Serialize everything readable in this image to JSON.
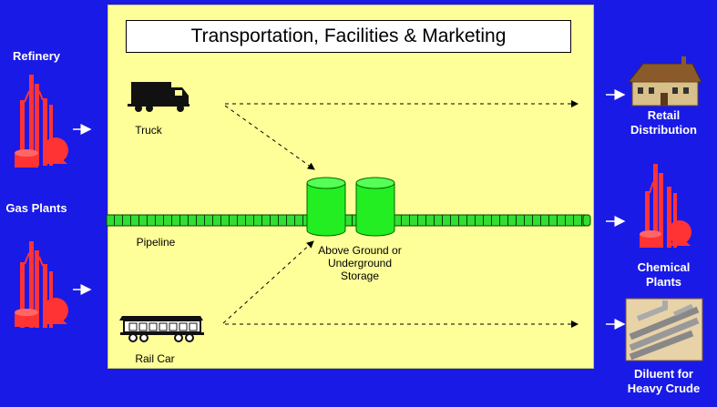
{
  "title": "Transportation, Facilities & Marketing",
  "left": {
    "refinery": "Refinery",
    "gas_plants": "Gas Plants"
  },
  "center": {
    "truck": "Truck",
    "pipeline": "Pipeline",
    "storage_line1": "Above Ground or",
    "storage_line2": "Underground",
    "storage_line3": "Storage",
    "rail_car": "Rail Car"
  },
  "right": {
    "retail_line1": "Retail",
    "retail_line2": "Distribution",
    "chemical_line1": "Chemical",
    "chemical_line2": "Plants",
    "diluent_line1": "Diluent for",
    "diluent_line2": "Heavy Crude"
  },
  "colors": {
    "background": "#1a1ae6",
    "panel": "#ffff99",
    "pipeline": "#33dd33",
    "plant": "#ff3333"
  }
}
